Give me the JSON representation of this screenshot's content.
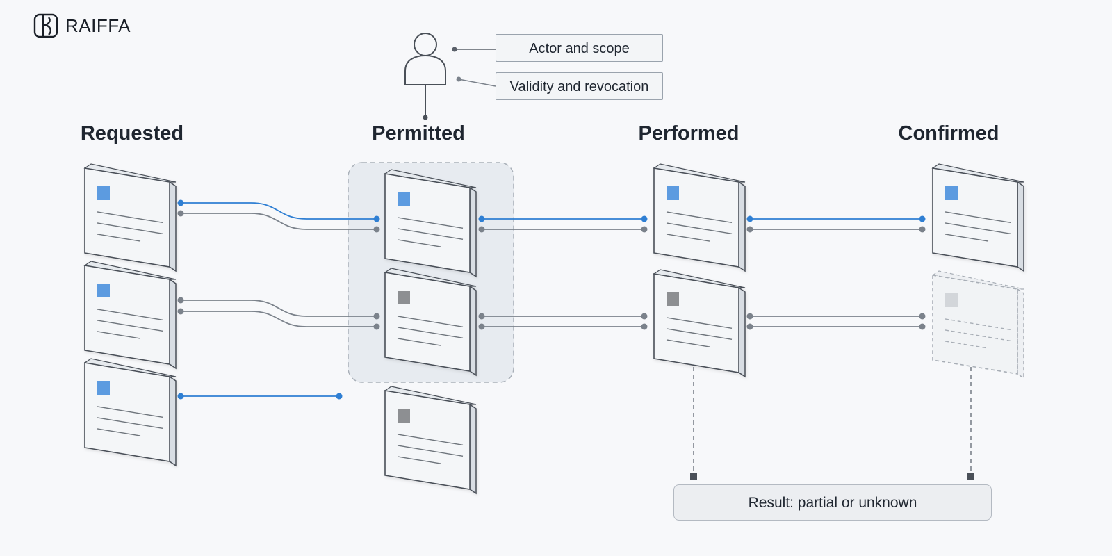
{
  "brand": {
    "name": "RAIFFA"
  },
  "columns": [
    {
      "label": "Requested"
    },
    {
      "label": "Permitted"
    },
    {
      "label": "Performed"
    },
    {
      "label": "Confirmed"
    }
  ],
  "actor": {
    "callouts": [
      "Actor and scope",
      "Validity and revocation"
    ]
  },
  "result": {
    "label": "Result: partial or unknown"
  },
  "colors": {
    "blue": "#2f7fd3",
    "gray": "#7b828b",
    "square_blue": "#5b9be0",
    "square_gray": "#8d8f92",
    "card_fill": "#f4f6f8",
    "card_side": "#d8dde3",
    "card_stroke": "#4a5058",
    "permit_zone": "#e7ebf0"
  }
}
